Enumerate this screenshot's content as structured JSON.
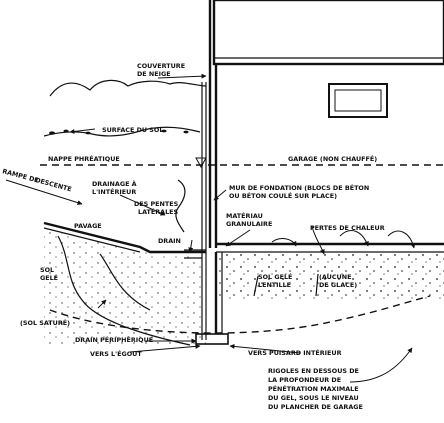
{
  "labels": {
    "snow_cover": [
      "COUVERTURE",
      "DE NEIGE"
    ],
    "ground_surface": "SURFACE DU SOL",
    "water_table": "NAPPE PHRÉATIQUE",
    "garage": "GARAGE (NON CHAUFFÉ)",
    "ramp": [
      "RAMPE DE",
      "DESCENTE"
    ],
    "interior_drainage": [
      "DRAINAGE À",
      "L'INTÉRIEUR"
    ],
    "slopes": [
      "DES PENTES",
      "LATÉRALES"
    ],
    "paving": "PAVAGE",
    "drain": "DRAIN",
    "foundation_wall": [
      "MUR DE FONDATION (BLOCS DE BÉTON",
      "OU BÉTON COULÉ SUR PLACE)"
    ],
    "granular_material": [
      "MATÉRIAU",
      "GRANULAIRE"
    ],
    "heat_loss": "PERTES DE CHALEUR",
    "frozen_soil_left": [
      "SOL",
      "GELÉ"
    ],
    "saturated_soil": "(SOL SATURÉ)",
    "frozen_soil_right": [
      "SOL GELÉ",
      "LENTILLE"
    ],
    "no_ice_lens": [
      "(AUCUNE",
      "DE GLACE)"
    ],
    "perimeter_drain": "DRAIN PÉRIPHÉRIQUE",
    "to_sewer": "VERS L'ÉGOUT",
    "to_sump": "VERS PUISARD INTÉRIEUR",
    "grooves_note": [
      "RIGOLES EN DESSOUS DE",
      "LA PROFONDEUR DE",
      "PÉNÉTRATION MAXIMALE",
      "DU GEL, SOUS LE NIVEAU",
      "DU PLANCHER DE GARAGE"
    ]
  }
}
